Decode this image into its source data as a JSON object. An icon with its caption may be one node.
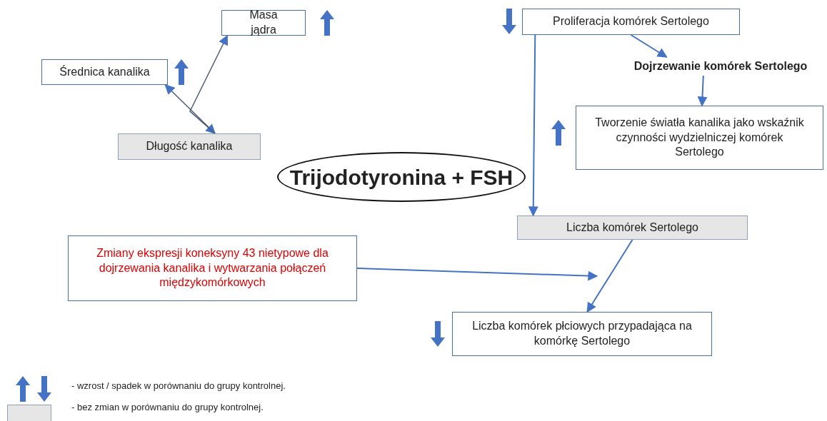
{
  "diagram": {
    "nodes": [
      {
        "text": [
          "Masa jądra"
        ]
      },
      {
        "text": [
          "Średnica kanalika"
        ]
      },
      {
        "text": [
          "Długość kanalika"
        ]
      },
      {
        "text": [
          "Trijodotyronina + FSH"
        ]
      },
      {
        "text": [
          "Proliferacja komórek Sertolego"
        ]
      },
      {
        "text": [
          "Dojrzewanie komórek Sertolego"
        ]
      },
      {
        "text": [
          "Tworzenie światła kanalika jako wskaźnik czynności wydzielniczej komórek Sertolego"
        ]
      },
      {
        "text": [
          "Liczba komórek Sertolego"
        ]
      },
      {
        "text": [
          "Zmiany ekspresji koneksyny 43 nietypowe dla dojrzewania kanalika i wytwarzania połączeń międzykomórkowych"
        ]
      },
      {
        "text": [
          "Liczba komórek płciowych przypadająca na komórkę Sertolego"
        ]
      }
    ],
    "edges": [
      {
        "from": 1,
        "to": 2,
        "arrow": "both",
        "color": "#4a5a78"
      },
      {
        "from": 2,
        "to": 0,
        "arrow": "to",
        "color": "#4a5a78"
      },
      {
        "from": 4,
        "to": 5,
        "arrow": "to"
      },
      {
        "from": 5,
        "to": 6,
        "arrow": "to"
      },
      {
        "from": 4,
        "to": 7,
        "arrow": "to"
      },
      {
        "from": 7,
        "to": 9,
        "arrow": "to"
      },
      {
        "from": 8,
        "to": null,
        "arrow": "to"
      }
    ],
    "legend": [
      {
        "text": "- wzrost / spadek w porównaniu do grupy kontrolnej."
      },
      {
        "text": "- bez zmian w porównaniu do grupy kontrolnej.",
        "color": "#e7e6e6"
      }
    ]
  }
}
